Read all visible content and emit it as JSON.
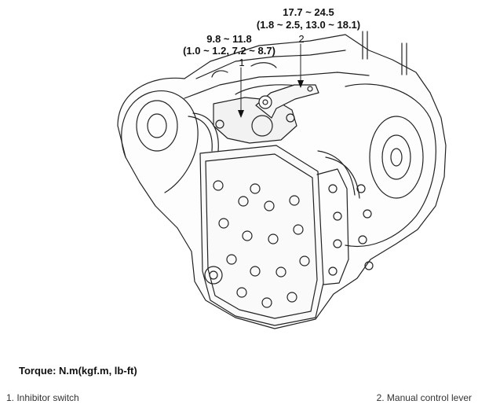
{
  "torque_specs": {
    "upper_value": "17.7 ~ 24.5",
    "upper_units": "(1.8 ~ 2.5, 13.0 ~ 18.1)",
    "lower_value": "9.8 ~ 11.8",
    "lower_units": "(1.0 ~ 1.2, 7.2 ~ 8.7)"
  },
  "callouts": {
    "one": "1",
    "two": "2"
  },
  "torque_note": "Torque: N.m(kgf.m, lb-ft)",
  "legend": {
    "item1": "1. Inhibitor switch",
    "item2": "2. Manual control lever"
  }
}
